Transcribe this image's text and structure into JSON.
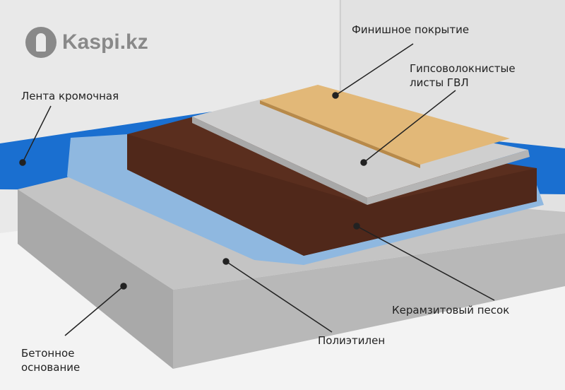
{
  "logo": {
    "text": "Kaspi.kz"
  },
  "labels": {
    "finish": "Финишное покрытие",
    "gvl_line1": "Гипсоволокнистые",
    "gvl_line2": "листы ГВЛ",
    "tape": "Лента кромочная",
    "clay": "Керамзитовый песок",
    "poly": "Полиэтилен",
    "base_line1": "Бетонное",
    "base_line2": "основание"
  },
  "colors": {
    "tape": "#1a6fd0",
    "film": "#8fb8e0",
    "clay": "#5a2e1e",
    "board": "#cfcfcf",
    "wood": "#e2b878",
    "concrete": "#bdbdbd"
  }
}
